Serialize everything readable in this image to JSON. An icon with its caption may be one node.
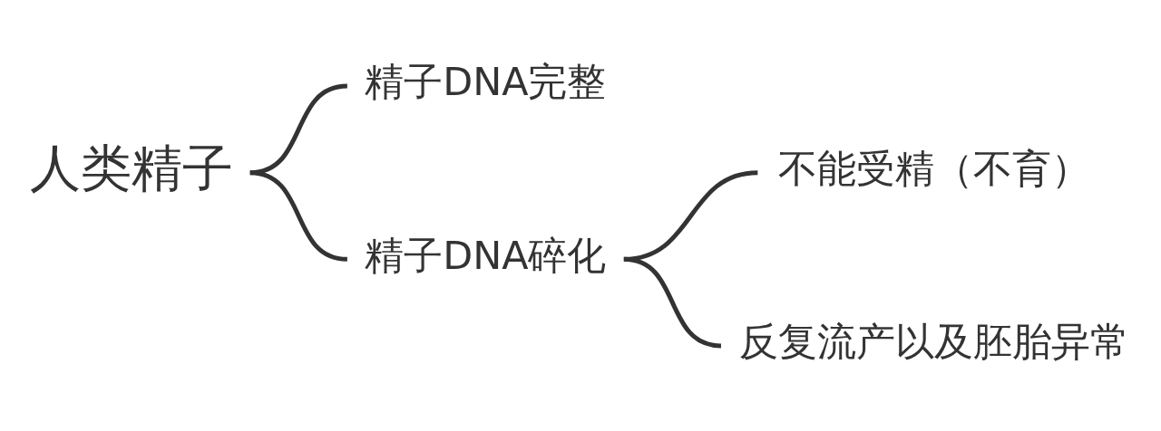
{
  "diagram": {
    "nodes": [
      {
        "text": [
          "人类精子"
        ]
      },
      {
        "text": [
          "精子DNA完整"
        ]
      },
      {
        "text": [
          "精子DNA碎化"
        ]
      },
      {
        "text": [
          "不能受精（不育）"
        ]
      },
      {
        "text": [
          "反复流产以及胚胎异常"
        ]
      }
    ],
    "edges": [
      {
        "from": 0,
        "to": 1,
        "arrow": "none"
      },
      {
        "from": 0,
        "to": 2,
        "arrow": "none"
      },
      {
        "from": 2,
        "to": 3,
        "arrow": "none"
      },
      {
        "from": 2,
        "to": 4,
        "arrow": "none"
      }
    ]
  }
}
